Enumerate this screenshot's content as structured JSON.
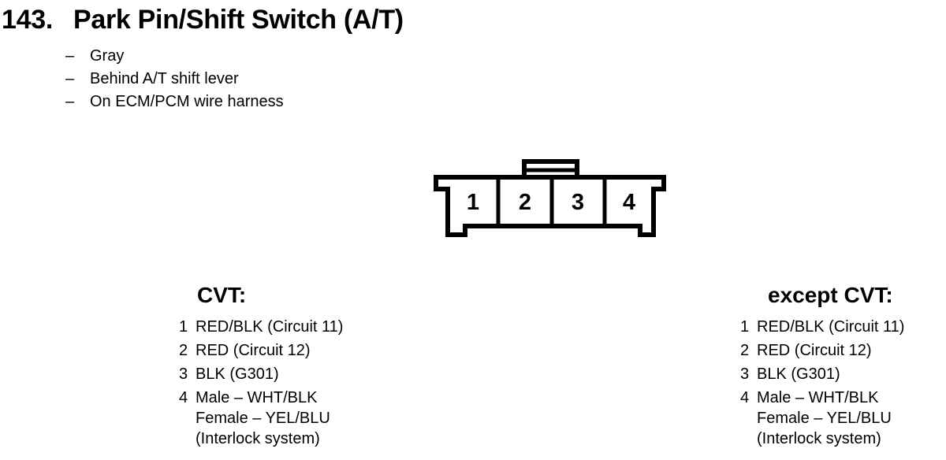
{
  "colors": {
    "ink": "#000000",
    "paper": "#ffffff"
  },
  "header": {
    "number": "143.",
    "title": "Park Pin/Shift Switch (A/T)",
    "dash": "–",
    "bullets": [
      "Gray",
      "Behind A/T shift lever",
      "On ECM/PCM wire harness"
    ]
  },
  "connector": {
    "pins": [
      "1",
      "2",
      "3",
      "4"
    ]
  },
  "pinouts": [
    {
      "heading": "CVT:",
      "rows": [
        {
          "pin": "1",
          "lines": [
            "RED/BLK (Circuit 11)"
          ]
        },
        {
          "pin": "2",
          "lines": [
            "RED (Circuit 12)"
          ]
        },
        {
          "pin": "3",
          "lines": [
            "BLK (G301)"
          ]
        },
        {
          "pin": "4",
          "lines": [
            "Male – WHT/BLK",
            "Female – YEL/BLU",
            "(Interlock system)"
          ]
        }
      ]
    },
    {
      "heading": "except CVT:",
      "rows": [
        {
          "pin": "1",
          "lines": [
            "RED/BLK (Circuit 11)"
          ]
        },
        {
          "pin": "2",
          "lines": [
            "RED (Circuit 12)"
          ]
        },
        {
          "pin": "3",
          "lines": [
            "BLK (G301)"
          ]
        },
        {
          "pin": "4",
          "lines": [
            "Male – WHT/BLK",
            "Female – YEL/BLU",
            "(Interlock system)"
          ]
        }
      ]
    }
  ]
}
